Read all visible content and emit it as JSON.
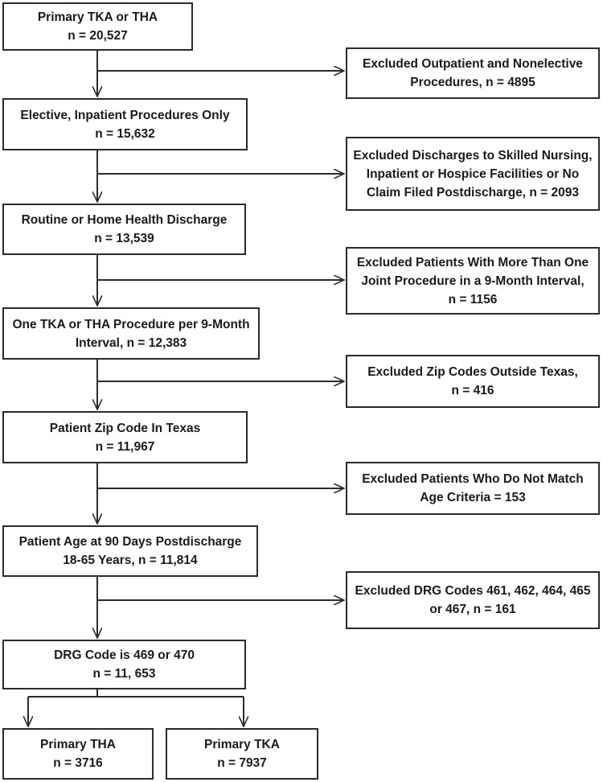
{
  "flowchart": {
    "stages": [
      {
        "line1": "Primary TKA or THA",
        "line2": "n = 20,527"
      },
      {
        "line1": "Elective, Inpatient Procedures Only",
        "line2": "n = 15,632"
      },
      {
        "line1": "Routine or Home Health Discharge",
        "line2": "n = 13,539"
      },
      {
        "line1": "One TKA or THA Procedure per 9-Month",
        "line2": "Interval, n = 12,383"
      },
      {
        "line1": "Patient Zip Code In Texas",
        "line2": "n = 11,967"
      },
      {
        "line1": "Patient Age at 90 Days Postdischarge",
        "line2": "18-65 Years, n = 11,814"
      },
      {
        "line1": "DRG Code is 469 or 470",
        "line2": "n = 11, 653"
      }
    ],
    "exclusions": [
      {
        "line1": "Excluded Outpatient and Nonelective",
        "line2": "Procedures, n = 4895"
      },
      {
        "line1": "Excluded Discharges to Skilled Nursing,",
        "line2": "Inpatient or Hospice Facilities or No",
        "line3": "Claim Filed Postdischarge, n = 2093"
      },
      {
        "line1": "Excluded Patients With More Than One",
        "line2": "Joint Procedure in a 9-Month Interval,",
        "line3": "n = 1156"
      },
      {
        "line1": "Excluded Zip Codes Outside Texas,",
        "line2": "n = 416"
      },
      {
        "line1": "Excluded Patients Who Do Not Match",
        "line2": "Age Criteria = 153"
      },
      {
        "line1": "Excluded DRG Codes 461, 462, 464, 465",
        "line2": "or 467, n = 161"
      }
    ],
    "outcomes": [
      {
        "line1": "Primary THA",
        "line2": "n = 3716"
      },
      {
        "line1": "Primary TKA",
        "line2": "n = 7937"
      }
    ]
  }
}
